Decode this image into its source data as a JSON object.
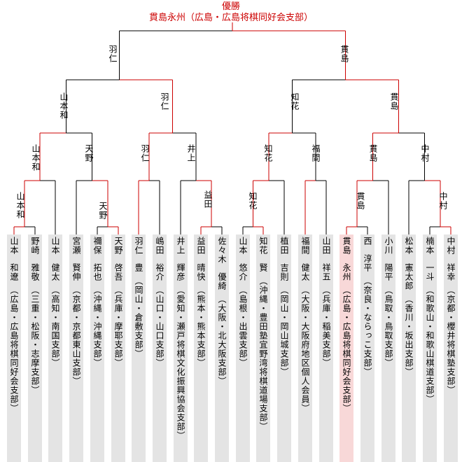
{
  "colors": {
    "line": "#000000",
    "win": "#cc0000",
    "box": "#e4e4e4",
    "champ_box": "#f8d8d8"
  },
  "champion": {
    "label": "優勝",
    "name": "貫島永州（広島・広島将棋同好会支部）"
  },
  "final": {
    "left": "羽仁",
    "right": "貫島"
  },
  "semis": [
    "山本和",
    "羽仁",
    "知花",
    "貫島"
  ],
  "quarters": [
    "山本和",
    "天野",
    "羽仁",
    "井上",
    "知花",
    "福間",
    "貫島",
    "中村"
  ],
  "round2": [
    "山本和",
    "天野",
    "益田",
    "知花",
    "貫島",
    "中村"
  ],
  "players": [
    {
      "surname": "山本",
      "given": "和遼",
      "affil": "（広島・広島将棋同好会支部）"
    },
    {
      "surname": "野崎",
      "given": "雅敬",
      "affil": "（三重・松阪・志摩支部）"
    },
    {
      "surname": "山本",
      "given": "健太",
      "affil": "（高知・南国支部）"
    },
    {
      "surname": "宮瀬",
      "given": "賢伸",
      "affil": "（京都・京都東山支部）"
    },
    {
      "surname": "禰保",
      "given": "拓也",
      "affil": "（沖縄・沖縄支部）"
    },
    {
      "surname": "天野",
      "given": "啓吾",
      "affil": "（兵庫・摩耶支部）"
    },
    {
      "surname": "羽仁",
      "given": "豊",
      "affil": "（岡山・倉敷支部）"
    },
    {
      "surname": "嶋田",
      "given": "裕介",
      "affil": "（山口・山口支部）"
    },
    {
      "surname": "井上",
      "given": "輝彦",
      "affil": "（愛知・瀬戸将棋文化振興協会支部）"
    },
    {
      "surname": "益田",
      "given": "晴快",
      "affil": "（熊本・熊本支部）"
    },
    {
      "surname": "佐々木",
      "given": "優綺",
      "affil": "（大阪・北大阪支部）"
    },
    {
      "surname": "山本",
      "given": "悠介",
      "affil": "（島根・出雲支部）"
    },
    {
      "surname": "知花",
      "given": "賢",
      "affil": "（沖縄・豊田塾宜野湾将棋道場支部）"
    },
    {
      "surname": "植田",
      "given": "吉則",
      "affil": "（岡山・岡山城支部）"
    },
    {
      "surname": "福間",
      "given": "健太",
      "affil": "（大阪・大阪府地区個人会員）"
    },
    {
      "surname": "山田",
      "given": "祥五",
      "affil": "（兵庫・稲美支部）"
    },
    {
      "surname": "貫島",
      "given": "永州",
      "affil": "（広島・広島将棋同好会支部）"
    },
    {
      "surname": "西",
      "given": "淳平",
      "affil": "（奈良・ならっこ支部）"
    },
    {
      "surname": "小川",
      "given": "陽平",
      "affil": "（鳥取・鳥取支部）"
    },
    {
      "surname": "松本",
      "given": "憲太郎",
      "affil": "（香川・坂出支部）"
    },
    {
      "surname": "楠本",
      "given": "一斗",
      "affil": "（和歌山・和歌山棋道支部）"
    },
    {
      "surname": "中村",
      "given": "祥幸",
      "affil": "（京都・櫻井将棋塾支部）"
    }
  ]
}
